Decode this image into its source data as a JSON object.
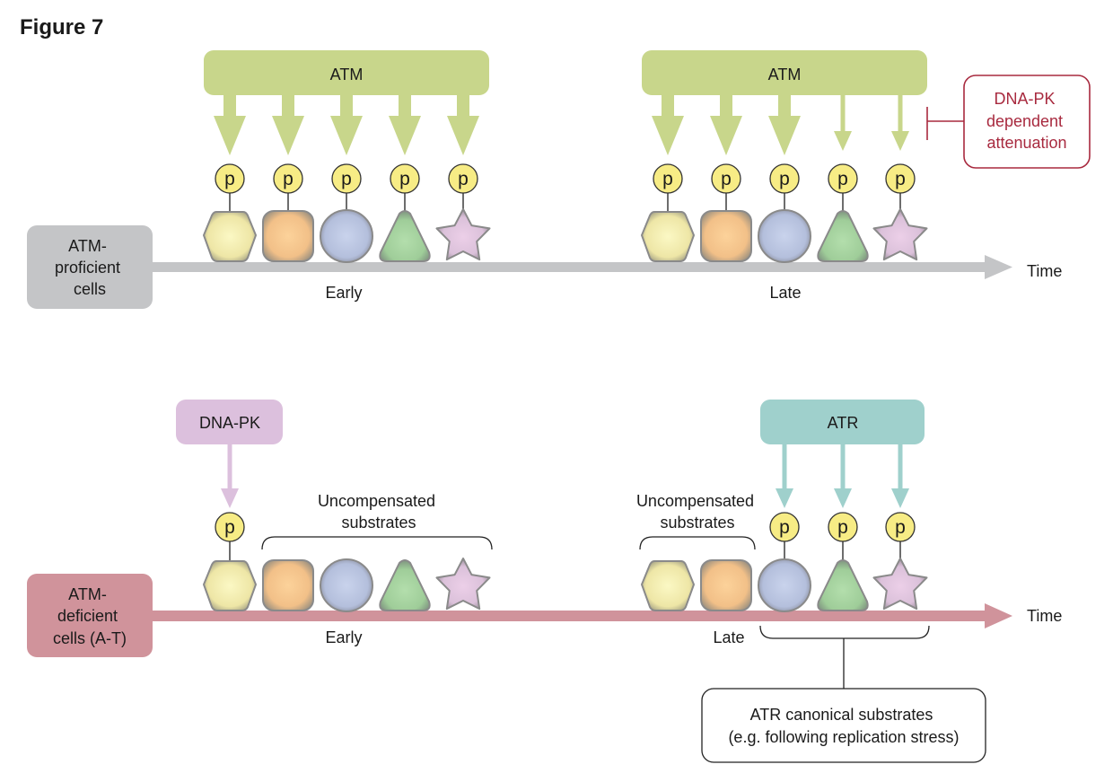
{
  "figure_title": "Figure 7",
  "colors": {
    "atm": "#c8d68b",
    "atr": "#9fd0cc",
    "dnapk": "#dcc0dd",
    "proficient_box": "#c4c5c7",
    "proficient_axis": "#c4c5c7",
    "deficient_box": "#d0939b",
    "deficient_axis": "#d0939b",
    "attenuation": "#a82a3f",
    "phospho": "#f7ec85",
    "hexagon": "#f5f0b0",
    "square": "#f9c98e",
    "circle": "#bcc7e3",
    "triangle": "#a9d6a3",
    "star": "#e3c9e3"
  },
  "panels": {
    "proficient": {
      "cell_label_lines": [
        "ATM-",
        "proficient",
        "cells"
      ],
      "axis_label": "Time",
      "early": {
        "kinase_label": "ATM",
        "time_label": "Early",
        "substrates": [
          {
            "shape": "hexagon",
            "phosphorylated": true,
            "arrow": "thick"
          },
          {
            "shape": "square",
            "phosphorylated": true,
            "arrow": "thick"
          },
          {
            "shape": "circle",
            "phosphorylated": true,
            "arrow": "thick"
          },
          {
            "shape": "triangle",
            "phosphorylated": true,
            "arrow": "thick"
          },
          {
            "shape": "star",
            "phosphorylated": true,
            "arrow": "thick"
          }
        ]
      },
      "late": {
        "kinase_label": "ATM",
        "time_label": "Late",
        "substrates": [
          {
            "shape": "hexagon",
            "phosphorylated": true,
            "arrow": "thick"
          },
          {
            "shape": "square",
            "phosphorylated": true,
            "arrow": "thick"
          },
          {
            "shape": "circle",
            "phosphorylated": true,
            "arrow": "thick"
          },
          {
            "shape": "triangle",
            "phosphorylated": true,
            "arrow": "thin"
          },
          {
            "shape": "star",
            "phosphorylated": true,
            "arrow": "thin"
          }
        ],
        "attenuation_lines": [
          "DNA-PK",
          "dependent",
          "attenuation"
        ]
      }
    },
    "deficient": {
      "cell_label_lines": [
        "ATM-",
        "deficient",
        "cells (A-T)"
      ],
      "axis_label": "Time",
      "early": {
        "kinase_label": "DNA-PK",
        "time_label": "Early",
        "uncompensated_lines": [
          "Uncompensated",
          "substrates"
        ],
        "substrates": [
          {
            "shape": "hexagon",
            "phosphorylated": true,
            "arrow": "dnapk"
          },
          {
            "shape": "square",
            "phosphorylated": false
          },
          {
            "shape": "circle",
            "phosphorylated": false
          },
          {
            "shape": "triangle",
            "phosphorylated": false
          },
          {
            "shape": "star",
            "phosphorylated": false
          }
        ]
      },
      "late": {
        "kinase_label": "ATR",
        "time_label": "Late",
        "uncompensated_lines": [
          "Uncompensated",
          "substrates"
        ],
        "substrates": [
          {
            "shape": "hexagon",
            "phosphorylated": false
          },
          {
            "shape": "square",
            "phosphorylated": false
          },
          {
            "shape": "circle",
            "phosphorylated": true,
            "arrow": "atr"
          },
          {
            "shape": "triangle",
            "phosphorylated": true,
            "arrow": "atr"
          },
          {
            "shape": "star",
            "phosphorylated": true,
            "arrow": "atr"
          }
        ],
        "canonical_lines": [
          "ATR canonical substrates",
          "(e.g. following replication stress)"
        ]
      }
    }
  },
  "phospho_label": "p"
}
